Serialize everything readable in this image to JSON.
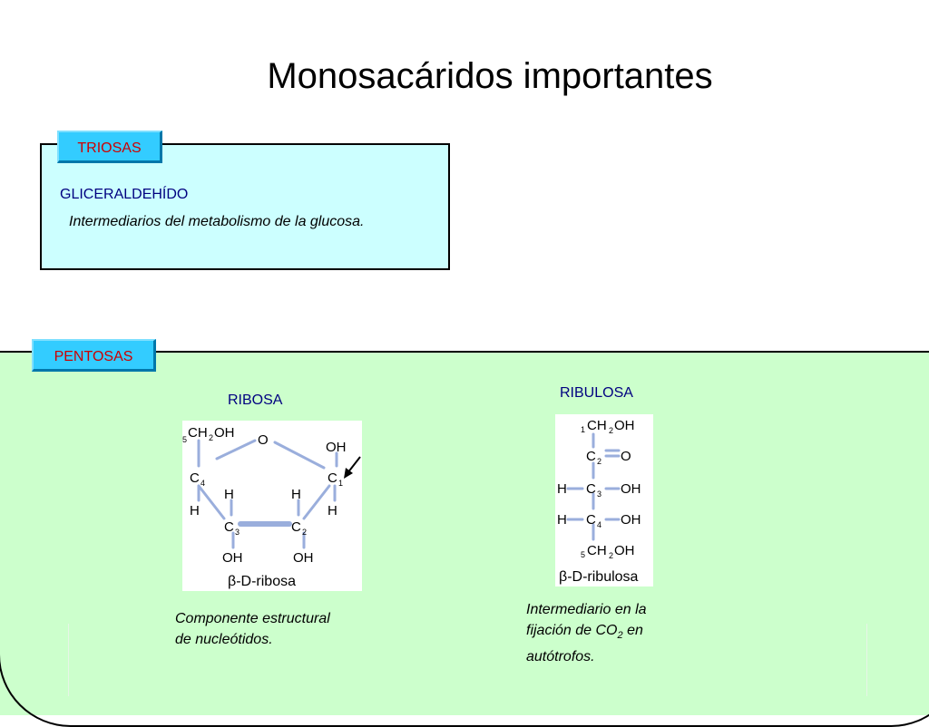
{
  "slide": {
    "title": "Monosacáridos importantes"
  },
  "triosas": {
    "tab_label": "TRIOSAS",
    "name": "GLICERALDEHÍDO",
    "description": "Intermediarios del metabolismo de la glucosa."
  },
  "pentosas": {
    "tab_label": "PENTOSAS",
    "ribosa": {
      "name": "RIBOSA",
      "caption": "β-D-ribosa",
      "description_line1": "Componente estructural",
      "description_line2": "de nucleótidos."
    },
    "ribulosa": {
      "name": "RIBULOSA",
      "caption": "β-D-ribulosa",
      "description_line1": "Intermediario en la",
      "description_line2_a": "fijación de CO",
      "description_line2_sub": "2",
      "description_line2_b": " en",
      "description_line3": "autótrofos."
    }
  },
  "colors": {
    "triosas_bg": "#ccffff",
    "pentosas_bg": "#ccffcc",
    "tab_bg": "#33ccff",
    "tab_text": "#cc0000",
    "name_text": "#000080",
    "bond": "#9aaedc"
  }
}
